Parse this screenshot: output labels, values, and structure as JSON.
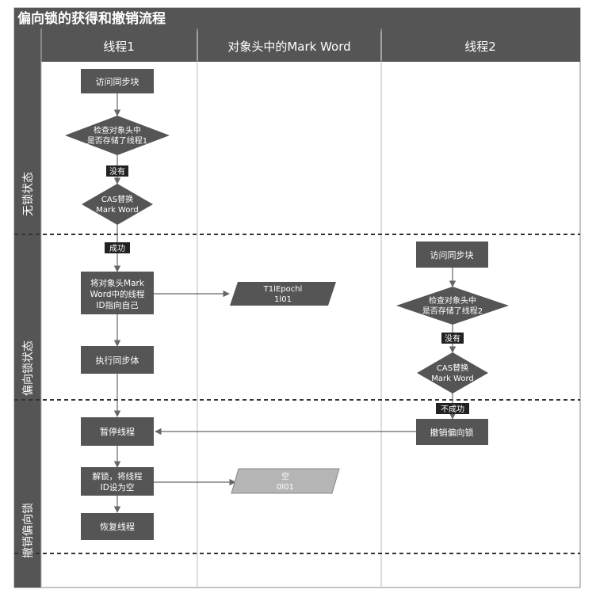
{
  "title": "偏向锁的获得和撤销流程",
  "columns": {
    "thread1": "线程1",
    "markword": "对象头中的Mark Word",
    "thread2": "线程2"
  },
  "lanes": {
    "no_lock": "无锁状态",
    "biased": "偏向锁状态",
    "revoke": "撤销偏向锁"
  },
  "thread1": {
    "access": "访问同步块",
    "check_line1": "检查对象头中",
    "check_line2": "是否存储了线程1",
    "no": "没有",
    "cas_line1": "CAS替换",
    "cas_line2": "Mark Word",
    "success": "成功",
    "set_line1": "将对象头Mark",
    "set_line2": "Word中的线程",
    "set_line3": "ID指向自己",
    "exec": "执行同步体",
    "pause": "暂停线程",
    "unlock_line1": "解锁，将线程",
    "unlock_line2": "ID设为空",
    "resume": "恢复线程"
  },
  "markword": {
    "mw1_line1": "T1lEpochl",
    "mw1_line2": "1l01",
    "mw2_line1": "空",
    "mw2_line2": "0l01"
  },
  "thread2": {
    "access": "访问同步块",
    "check_line1": "检查对象头中",
    "check_line2": "是否存储了线程2",
    "no": "没有",
    "cas_line1": "CAS替换",
    "cas_line2": "Mark Word",
    "fail": "不成功",
    "revoke": "撤销偏向锁"
  },
  "colors": {
    "title_bar": "#555555",
    "box": "#555555",
    "parallelogram_dark": "#555555",
    "parallelogram_light": "#b5b5b5",
    "edge_label": "#222222",
    "line": "#666666",
    "grid": "#bbbbbb"
  }
}
